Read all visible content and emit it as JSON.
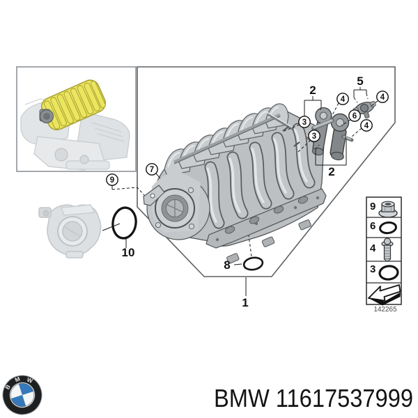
{
  "footer": {
    "part_label": "BMW 11617537999",
    "logo_letters": [
      "B",
      "M",
      "W"
    ]
  },
  "diagram": {
    "sheet_number": "142265",
    "callouts": {
      "item1": "1",
      "item2_top": "2",
      "item2_bottom": "2",
      "item3_a": "3",
      "item3_b": "3",
      "item4_a": "4",
      "item4_b": "4",
      "item4_c": "4",
      "item5": "5",
      "item6": "6",
      "item7": "7",
      "item8": "8",
      "item9": "9",
      "item10": "10"
    },
    "legend_rows": [
      {
        "num": "9",
        "icon": "flange-nut-icon"
      },
      {
        "num": "6",
        "icon": "o-ring-small-icon"
      },
      {
        "num": "4",
        "icon": "flange-bolt-icon"
      },
      {
        "num": "3",
        "icon": "o-ring-large-icon"
      },
      {
        "num": "",
        "icon": "direction-arrow-icon"
      }
    ]
  },
  "colors": {
    "highlight_yellow": "#e9e25b",
    "bmw_blue": "#3579ba",
    "line": "#1a1a1a"
  }
}
